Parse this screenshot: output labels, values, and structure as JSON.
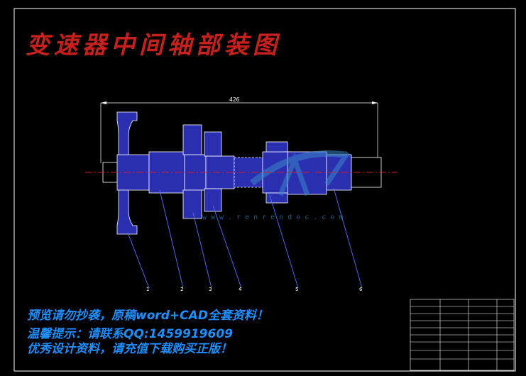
{
  "title": "变速器中间轴部装图",
  "dimension_label": "426",
  "watermark_url": "www.renrendoc.com",
  "notes": {
    "line1": "预览请勿抄袭，原稿word+CAD全套资料！",
    "line2": "温馨提示：请联系QQ:1459919609",
    "line3": "优秀设计资料，请充值下载购买正版！"
  },
  "balloons": [
    "1",
    "2",
    "3",
    "4",
    "5",
    "6"
  ],
  "colors": {
    "outline": "#ffffff",
    "part_fill": "#2a2fb0",
    "centerline": "#d0202a",
    "leader": "#5a6cff",
    "notes": "#1e8fff",
    "title": "#c8201c"
  }
}
